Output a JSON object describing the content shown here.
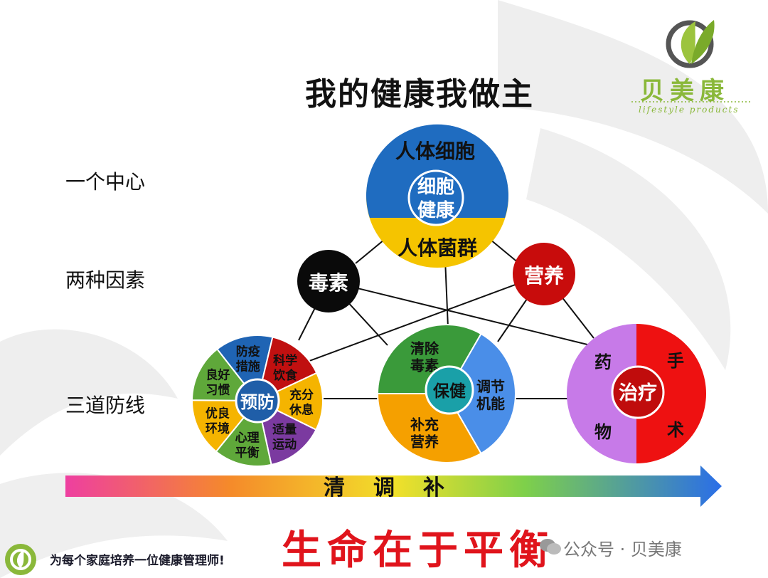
{
  "title": "我的健康我做主",
  "brand": {
    "name_cn": "贝美康",
    "name_en": "lifestyle products"
  },
  "row_labels": [
    "一个中心",
    "两种因素",
    "三道防线"
  ],
  "center": {
    "outer_top": "人体细胞",
    "inner_line1": "细胞",
    "inner_line2": "健康",
    "bottom": "人体菌群"
  },
  "factors": {
    "left": "毒素",
    "right": "营养"
  },
  "prevention": {
    "label": "预防",
    "segments": [
      {
        "line1": "防疫",
        "line2": "措施",
        "color": "#1f64b4"
      },
      {
        "line1": "科学",
        "line2": "饮食",
        "color": "#c01010"
      },
      {
        "line1": "充分",
        "line2": "休息",
        "color": "#f5b400"
      },
      {
        "line1": "适量",
        "line2": "运动",
        "color": "#7b3aa0"
      },
      {
        "line1": "心理",
        "line2": "平衡",
        "color": "#5fa83a"
      },
      {
        "line1": "优良",
        "line2": "环境",
        "color": "#f5b400"
      },
      {
        "line1": "良好",
        "line2": "习惯",
        "color": "#5fa83a"
      }
    ]
  },
  "care": {
    "label": "保健",
    "segments": [
      {
        "line1": "清除",
        "line2": "毒素",
        "color": "#3a9a3a"
      },
      {
        "line1": "调节",
        "line2": "机能",
        "color": "#4a8ee8"
      },
      {
        "line1": "补充",
        "line2": "营养",
        "color": "#f5a000"
      }
    ]
  },
  "treatment": {
    "label": "治疗",
    "left_top": "药",
    "left_bottom": "物",
    "right_top": "手",
    "right_bottom": "术",
    "left_color": "#c77ae8",
    "right_color": "#ee1111"
  },
  "arrow": {
    "words": [
      "清",
      "调",
      "补"
    ]
  },
  "motto": "生命在于平衡",
  "footer_left": "为每个家庭培养一位健康管理师!",
  "wechat": "公众号 · 贝美康"
}
